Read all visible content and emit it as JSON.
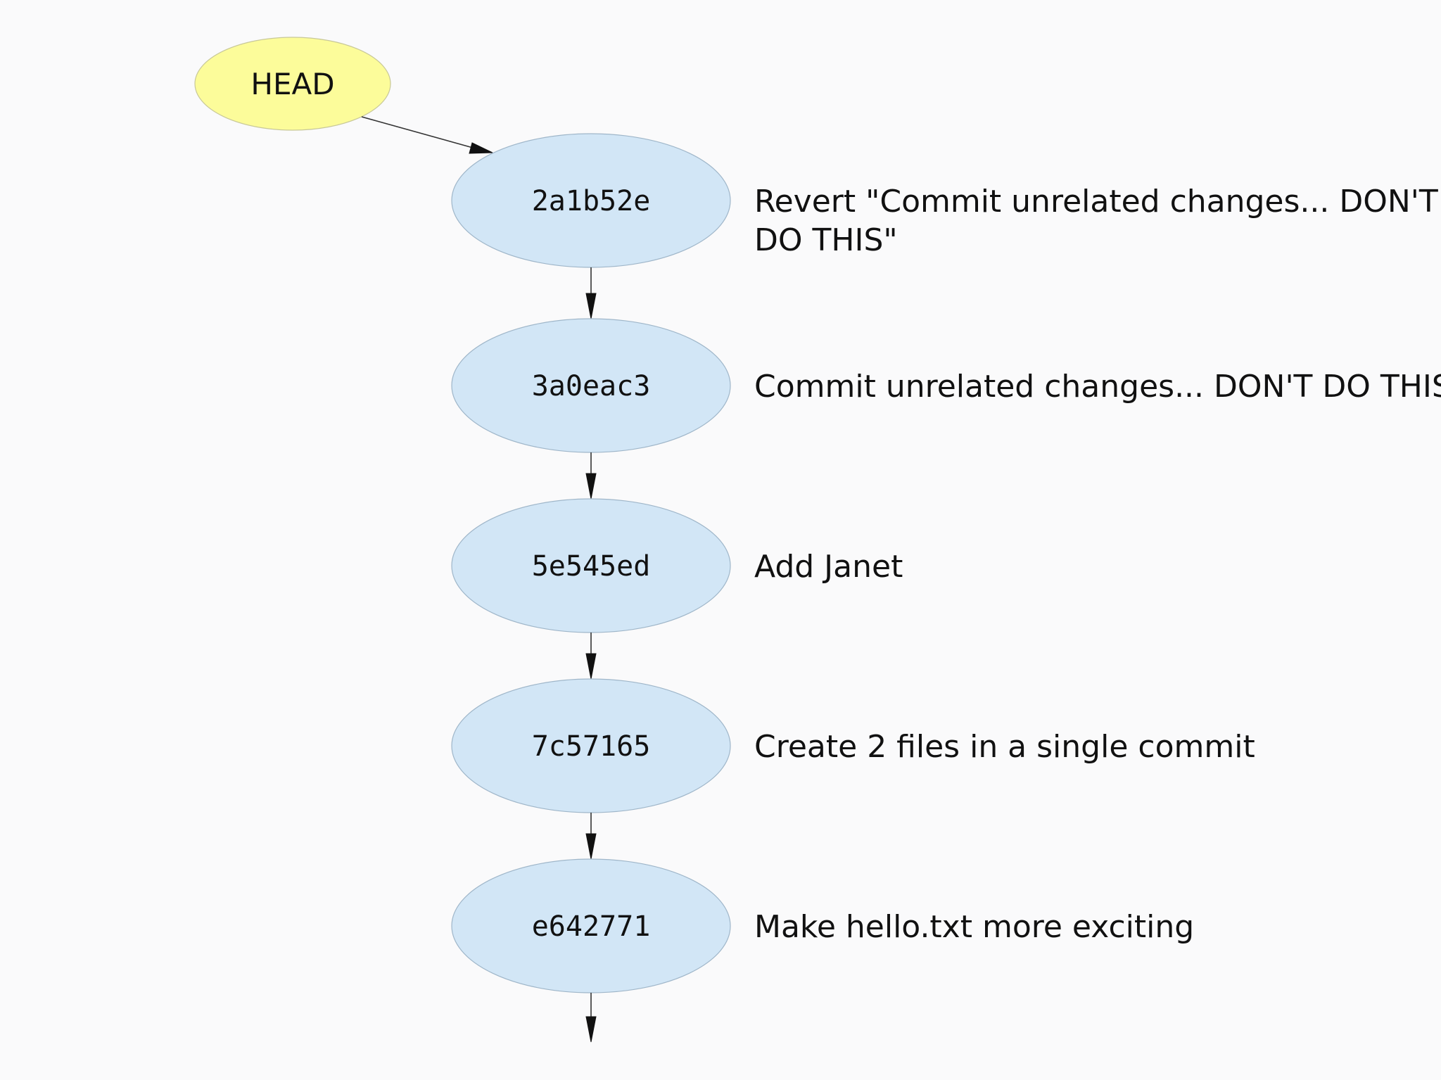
{
  "diagram": {
    "head": {
      "label": "HEAD",
      "fill": "#fcfc9a",
      "stroke": "#c8c898"
    },
    "commit_fill": "#d2e6f6",
    "commit_stroke": "#9fb6c9",
    "commits": [
      {
        "hash": "2a1b52e",
        "message_lines": [
          "Revert \"Commit unrelated changes... DON'T",
          "DO THIS\""
        ]
      },
      {
        "hash": "3a0eac3",
        "message_lines": [
          "Commit unrelated changes... DON'T DO THIS"
        ]
      },
      {
        "hash": "5e545ed",
        "message_lines": [
          "Add Janet"
        ]
      },
      {
        "hash": "7c57165",
        "message_lines": [
          "Create 2 files in a single commit"
        ]
      },
      {
        "hash": "e642771",
        "message_lines": [
          "Make hello.txt more exciting"
        ]
      }
    ]
  }
}
